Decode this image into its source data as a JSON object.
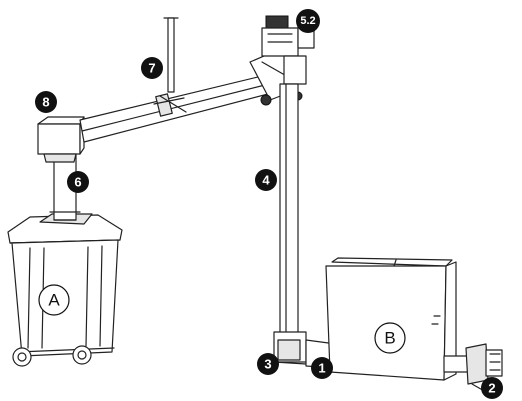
{
  "callouts": [
    {
      "id": "c7",
      "label": "7"
    },
    {
      "id": "c52",
      "label": "5.2"
    },
    {
      "id": "c8",
      "label": "8"
    },
    {
      "id": "c6",
      "label": "6"
    },
    {
      "id": "c4",
      "label": "4"
    },
    {
      "id": "c3",
      "label": "3"
    },
    {
      "id": "c1",
      "label": "1"
    },
    {
      "id": "c2",
      "label": "2"
    }
  ],
  "containers": [
    {
      "id": "bin",
      "label": "A"
    },
    {
      "id": "hopper",
      "label": "B"
    }
  ],
  "colors": {
    "line": "#222222",
    "badge": "#111111",
    "background": "#ffffff"
  }
}
